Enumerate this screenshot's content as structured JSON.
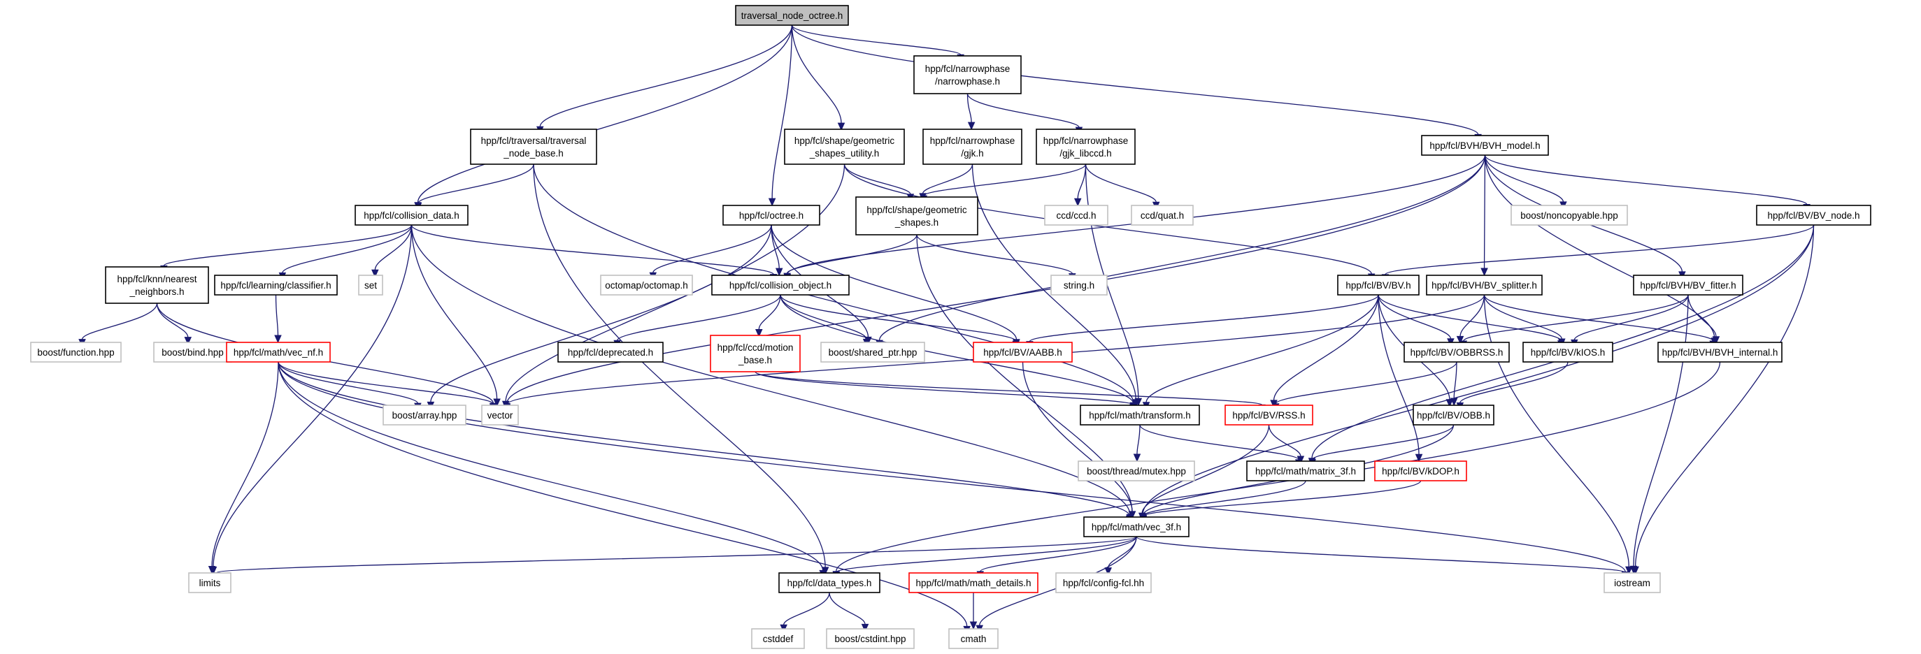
{
  "diagram": {
    "title": "",
    "colors": {
      "edge": "#191970",
      "root_fill": "#bfbfbf",
      "node_border": "#000000",
      "truncated_border": "#ff0000",
      "external_border": "#bfbfbf",
      "external_text": "#7f7f7f",
      "text": "#000000"
    },
    "nodes": [
      {
        "id": "root",
        "label": [
          "traversal_node_octree.h"
        ],
        "kind": "root"
      },
      {
        "id": "traversal_base",
        "label": [
          "hpp/fcl/traversal/traversal",
          "_node_base.h"
        ],
        "kind": "normal"
      },
      {
        "id": "collision_data",
        "label": [
          "hpp/fcl/collision_data.h"
        ],
        "kind": "normal"
      },
      {
        "id": "octree",
        "label": [
          "hpp/fcl/octree.h"
        ],
        "kind": "normal"
      },
      {
        "id": "geom_util",
        "label": [
          "hpp/fcl/shape/geometric",
          "_shapes_utility.h"
        ],
        "kind": "normal"
      },
      {
        "id": "narrowphase",
        "label": [
          "hpp/fcl/narrowphase",
          "/narrowphase.h"
        ],
        "kind": "normal"
      },
      {
        "id": "gjk",
        "label": [
          "hpp/fcl/narrowphase",
          "/gjk.h"
        ],
        "kind": "normal"
      },
      {
        "id": "gjk_libccd",
        "label": [
          "hpp/fcl/narrowphase",
          "/gjk_libccd.h"
        ],
        "kind": "normal"
      },
      {
        "id": "geom_shapes",
        "label": [
          "hpp/fcl/shape/geometric",
          "_shapes.h"
        ],
        "kind": "normal"
      },
      {
        "id": "ccd_ccd",
        "label": [
          "ccd/ccd.h"
        ],
        "kind": "external"
      },
      {
        "id": "ccd_quat",
        "label": [
          "ccd/quat.h"
        ],
        "kind": "external"
      },
      {
        "id": "string",
        "label": [
          "string.h"
        ],
        "kind": "external"
      },
      {
        "id": "bvh_model",
        "label": [
          "hpp/fcl/BVH/BVH_model.h"
        ],
        "kind": "normal"
      },
      {
        "id": "noncopyable",
        "label": [
          "boost/noncopyable.hpp"
        ],
        "kind": "external"
      },
      {
        "id": "bv_node",
        "label": [
          "hpp/fcl/BV/BV_node.h"
        ],
        "kind": "normal"
      },
      {
        "id": "knn",
        "label": [
          "hpp/fcl/knn/nearest",
          "_neighbors.h"
        ],
        "kind": "normal"
      },
      {
        "id": "classifier",
        "label": [
          "hpp/fcl/learning/classifier.h"
        ],
        "kind": "normal"
      },
      {
        "id": "set",
        "label": [
          "set"
        ],
        "kind": "external"
      },
      {
        "id": "octomap",
        "label": [
          "octomap/octomap.h"
        ],
        "kind": "external"
      },
      {
        "id": "collision_object",
        "label": [
          "hpp/fcl/collision_object.h"
        ],
        "kind": "normal"
      },
      {
        "id": "bv_h",
        "label": [
          "hpp/fcl/BV/BV.h"
        ],
        "kind": "normal"
      },
      {
        "id": "bv_splitter",
        "label": [
          "hpp/fcl/BVH/BV_splitter.h"
        ],
        "kind": "normal"
      },
      {
        "id": "bv_fitter",
        "label": [
          "hpp/fcl/BVH/BV_fitter.h"
        ],
        "kind": "normal"
      },
      {
        "id": "boost_function",
        "label": [
          "boost/function.hpp"
        ],
        "kind": "external"
      },
      {
        "id": "boost_bind",
        "label": [
          "boost/bind.hpp"
        ],
        "kind": "external"
      },
      {
        "id": "vec_nf",
        "label": [
          "hpp/fcl/math/vec_nf.h"
        ],
        "kind": "truncated"
      },
      {
        "id": "deprecated",
        "label": [
          "hpp/fcl/deprecated.h"
        ],
        "kind": "normal"
      },
      {
        "id": "ccd_motion",
        "label": [
          "hpp/fcl/ccd/motion",
          "_base.h"
        ],
        "kind": "truncated"
      },
      {
        "id": "shared_ptr",
        "label": [
          "boost/shared_ptr.hpp"
        ],
        "kind": "external"
      },
      {
        "id": "aabb",
        "label": [
          "hpp/fcl/BV/AABB.h"
        ],
        "kind": "truncated"
      },
      {
        "id": "obbrss",
        "label": [
          "hpp/fcl/BV/OBBRSS.h"
        ],
        "kind": "normal"
      },
      {
        "id": "kios",
        "label": [
          "hpp/fcl/BV/kIOS.h"
        ],
        "kind": "normal"
      },
      {
        "id": "bvh_internal",
        "label": [
          "hpp/fcl/BVH/BVH_internal.h"
        ],
        "kind": "normal"
      },
      {
        "id": "boost_array",
        "label": [
          "boost/array.hpp"
        ],
        "kind": "external"
      },
      {
        "id": "vector",
        "label": [
          "vector"
        ],
        "kind": "external"
      },
      {
        "id": "transform",
        "label": [
          "hpp/fcl/math/transform.h"
        ],
        "kind": "normal"
      },
      {
        "id": "rss",
        "label": [
          "hpp/fcl/BV/RSS.h"
        ],
        "kind": "truncated"
      },
      {
        "id": "obb",
        "label": [
          "hpp/fcl/BV/OBB.h"
        ],
        "kind": "normal"
      },
      {
        "id": "mutex",
        "label": [
          "boost/thread/mutex.hpp"
        ],
        "kind": "external"
      },
      {
        "id": "matrix3f",
        "label": [
          "hpp/fcl/math/matrix_3f.h"
        ],
        "kind": "normal"
      },
      {
        "id": "kdop",
        "label": [
          "hpp/fcl/BV/kDOP.h"
        ],
        "kind": "truncated"
      },
      {
        "id": "vec3f",
        "label": [
          "hpp/fcl/math/vec_3f.h"
        ],
        "kind": "normal"
      },
      {
        "id": "limits",
        "label": [
          "limits"
        ],
        "kind": "external"
      },
      {
        "id": "data_types",
        "label": [
          "hpp/fcl/data_types.h"
        ],
        "kind": "normal"
      },
      {
        "id": "math_details",
        "label": [
          "hpp/fcl/math/math_details.h"
        ],
        "kind": "truncated"
      },
      {
        "id": "config",
        "label": [
          "hpp/fcl/config-fcl.hh"
        ],
        "kind": "external"
      },
      {
        "id": "iostream",
        "label": [
          "iostream"
        ],
        "kind": "external"
      },
      {
        "id": "cstddef",
        "label": [
          "cstddef"
        ],
        "kind": "external"
      },
      {
        "id": "cstdint",
        "label": [
          "boost/cstdint.hpp"
        ],
        "kind": "external"
      },
      {
        "id": "cmath",
        "label": [
          "cmath"
        ],
        "kind": "external"
      }
    ],
    "edges": [
      [
        "root",
        "traversal_base"
      ],
      [
        "root",
        "collision_data"
      ],
      [
        "root",
        "octree"
      ],
      [
        "root",
        "geom_util"
      ],
      [
        "root",
        "narrowphase"
      ],
      [
        "root",
        "bvh_model"
      ],
      [
        "traversal_base",
        "collision_data"
      ],
      [
        "traversal_base",
        "transform"
      ],
      [
        "traversal_base",
        "data_types"
      ],
      [
        "collision_data",
        "knn"
      ],
      [
        "collision_data",
        "classifier"
      ],
      [
        "collision_data",
        "set"
      ],
      [
        "collision_data",
        "collision_object"
      ],
      [
        "collision_data",
        "vector"
      ],
      [
        "collision_data",
        "limits"
      ],
      [
        "collision_data",
        "vec3f"
      ],
      [
        "octree",
        "octomap"
      ],
      [
        "octree",
        "collision_object"
      ],
      [
        "octree",
        "shared_ptr"
      ],
      [
        "octree",
        "aabb"
      ],
      [
        "octree",
        "boost_array"
      ],
      [
        "geom_util",
        "geom_shapes"
      ],
      [
        "geom_util",
        "bv_h"
      ],
      [
        "geom_util",
        "vector"
      ],
      [
        "narrowphase",
        "gjk"
      ],
      [
        "narrowphase",
        "gjk_libccd"
      ],
      [
        "gjk",
        "geom_shapes"
      ],
      [
        "gjk",
        "transform"
      ],
      [
        "gjk_libccd",
        "geom_shapes"
      ],
      [
        "gjk_libccd",
        "ccd_ccd"
      ],
      [
        "gjk_libccd",
        "ccd_quat"
      ],
      [
        "gjk_libccd",
        "transform"
      ],
      [
        "geom_shapes",
        "collision_object"
      ],
      [
        "geom_shapes",
        "string"
      ],
      [
        "geom_shapes",
        "vec3f"
      ],
      [
        "bvh_model",
        "collision_object"
      ],
      [
        "bvh_model",
        "noncopyable"
      ],
      [
        "bvh_model",
        "bv_node"
      ],
      [
        "bvh_model",
        "bv_splitter"
      ],
      [
        "bvh_model",
        "bv_fitter"
      ],
      [
        "bvh_model",
        "bvh_internal"
      ],
      [
        "bvh_model",
        "shared_ptr"
      ],
      [
        "bvh_model",
        "vector"
      ],
      [
        "bv_node",
        "bv_h"
      ],
      [
        "bv_node",
        "matrix3f"
      ],
      [
        "bv_node",
        "vec3f"
      ],
      [
        "bv_node",
        "iostream"
      ],
      [
        "knn",
        "boost_function"
      ],
      [
        "knn",
        "boost_bind"
      ],
      [
        "knn",
        "vector"
      ],
      [
        "classifier",
        "vec_nf"
      ],
      [
        "vec_nf",
        "boost_array"
      ],
      [
        "vec_nf",
        "vector"
      ],
      [
        "vec_nf",
        "limits"
      ],
      [
        "vec_nf",
        "data_types"
      ],
      [
        "vec_nf",
        "cmath"
      ],
      [
        "vec_nf",
        "iostream"
      ],
      [
        "vec_nf",
        "vec3f"
      ],
      [
        "collision_object",
        "deprecated"
      ],
      [
        "collision_object",
        "ccd_motion"
      ],
      [
        "collision_object",
        "shared_ptr"
      ],
      [
        "collision_object",
        "aabb"
      ],
      [
        "collision_object",
        "transform"
      ],
      [
        "bv_h",
        "aabb"
      ],
      [
        "bv_h",
        "obbrss"
      ],
      [
        "bv_h",
        "kios"
      ],
      [
        "bv_h",
        "obb"
      ],
      [
        "bv_h",
        "rss"
      ],
      [
        "bv_h",
        "kdop"
      ],
      [
        "bv_h",
        "transform"
      ],
      [
        "bv_splitter",
        "obbrss"
      ],
      [
        "bv_splitter",
        "kios"
      ],
      [
        "bv_splitter",
        "bvh_internal"
      ],
      [
        "bv_splitter",
        "vector"
      ],
      [
        "bv_splitter",
        "iostream"
      ],
      [
        "bv_fitter",
        "obbrss"
      ],
      [
        "bv_fitter",
        "kios"
      ],
      [
        "bv_fitter",
        "bvh_internal"
      ],
      [
        "bv_fitter",
        "iostream"
      ],
      [
        "ccd_motion",
        "transform"
      ],
      [
        "ccd_motion",
        "rss"
      ],
      [
        "aabb",
        "vec3f"
      ],
      [
        "obbrss",
        "rss"
      ],
      [
        "obbrss",
        "obb"
      ],
      [
        "kios",
        "obb"
      ],
      [
        "bvh_internal",
        "data_types"
      ],
      [
        "transform",
        "mutex"
      ],
      [
        "transform",
        "matrix3f"
      ],
      [
        "rss",
        "matrix3f"
      ],
      [
        "rss",
        "vec3f"
      ],
      [
        "obb",
        "matrix3f"
      ],
      [
        "obb",
        "vec3f"
      ],
      [
        "matrix3f",
        "vec3f"
      ],
      [
        "kdop",
        "vec3f"
      ],
      [
        "vec3f",
        "data_types"
      ],
      [
        "vec3f",
        "math_details"
      ],
      [
        "vec3f",
        "config"
      ],
      [
        "vec3f",
        "cmath"
      ],
      [
        "vec3f",
        "iostream"
      ],
      [
        "vec3f",
        "limits"
      ],
      [
        "math_details",
        "cmath"
      ],
      [
        "data_types",
        "cstddef"
      ],
      [
        "data_types",
        "cstdint"
      ]
    ]
  }
}
